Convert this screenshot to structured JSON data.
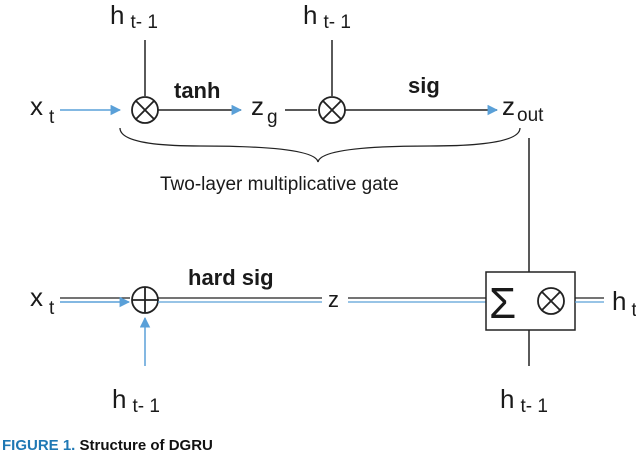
{
  "labels": {
    "x_t_top": "x",
    "x_t_top_sub": "t",
    "x_t_bottom": "x",
    "x_t_bottom_sub": "t",
    "h_top_left": "h",
    "h_top_left_sub": "t- 1",
    "h_top_mid": "h",
    "h_top_mid_sub": "t- 1",
    "h_bottom_left": "h",
    "h_bottom_left_sub": "t- 1",
    "h_bottom_right": "h",
    "h_bottom_right_sub": "t- 1",
    "h_t_out": "h",
    "h_t_out_sub": "t",
    "z_g": "z",
    "z_g_sub": "g",
    "z_out": "z",
    "z_out_sub": "out",
    "z": "z"
  },
  "functions": {
    "tanh": "tanh",
    "sig": "sig",
    "hard_sig": "hard sig"
  },
  "annotation": "Two-layer multiplicative gate",
  "operators": {
    "sum": "Σ"
  },
  "caption": {
    "label": "FIGURE 1.",
    "text": "Structure of DGRU"
  },
  "colors": {
    "line": "#222222",
    "arrow": "#5aa0d8",
    "caption_label": "#1f78b4"
  }
}
